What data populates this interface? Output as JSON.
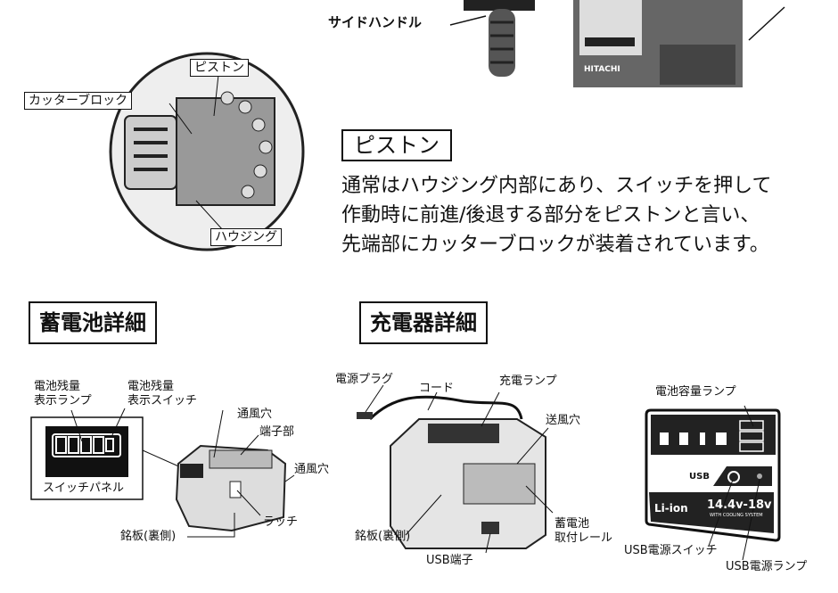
{
  "top": {
    "side_handle_label": "サイドハンドル",
    "charger_brand": "HITACHI"
  },
  "piston_figure": {
    "piston_label": "ピストン",
    "cutter_block_label": "カッターブロック",
    "housing_label": "ハウジング"
  },
  "piston_section": {
    "heading": "ピストン",
    "lines": [
      "通常はハウジング内部にあり、スイッチを押して",
      "作動時に前進/後退する部分をピストンと言い、",
      "先端部にカッターブロックが装着されています。"
    ]
  },
  "battery_section": {
    "heading": "蓄電池詳細",
    "labels": {
      "lamp": [
        "電池残量",
        "表示ランプ"
      ],
      "switch": [
        "電池残量",
        "表示スイッチ"
      ],
      "panel": "スイッチパネル",
      "vent1": "通風穴",
      "terminal": "端子部",
      "vent2": "通風穴",
      "latch": "ラッチ",
      "nameplate": "銘板(裏側)"
    }
  },
  "charger_section": {
    "heading": "充電器詳細",
    "labels": {
      "plug": "電源プラグ",
      "cord": "コード",
      "charge_lamp": "充電ランプ",
      "vent": "送風穴",
      "rail": [
        "蓄電池",
        "取付レール"
      ],
      "nameplate": "銘板(裏側)",
      "usb_port": "USB端子",
      "capacity_lamp": "電池容量ランプ",
      "usb_switch": "USB電源スイッチ",
      "usb_lamp": "USB電源ランプ"
    },
    "panel": {
      "usb": "USB",
      "li_ion": "Li-ion",
      "voltage": "14.4v-18v",
      "cooling": "WITH COOLING SYSTEM"
    }
  }
}
